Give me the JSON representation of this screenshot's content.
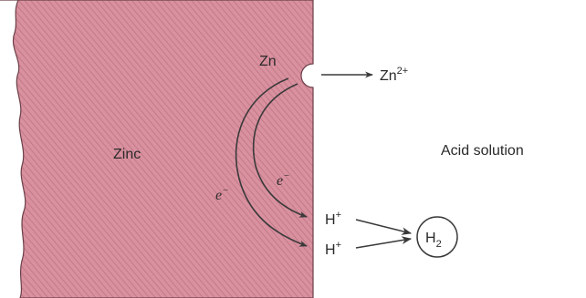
{
  "metal_label": "Zinc",
  "solution_label": "Acid solution",
  "zn_atom": "Zn",
  "zn_ion": {
    "base": "Zn",
    "charge": "2+"
  },
  "electron": {
    "base": "e",
    "charge": "−"
  },
  "hydrogen_ion": {
    "base": "H",
    "charge": "+"
  },
  "hydrogen_gas": {
    "base": "H",
    "subscript": "2"
  },
  "colors": {
    "metal_fill": "#d9909f",
    "hatch": "#b8717e",
    "lines": "#3a3a3a",
    "background": "#ffffff"
  }
}
